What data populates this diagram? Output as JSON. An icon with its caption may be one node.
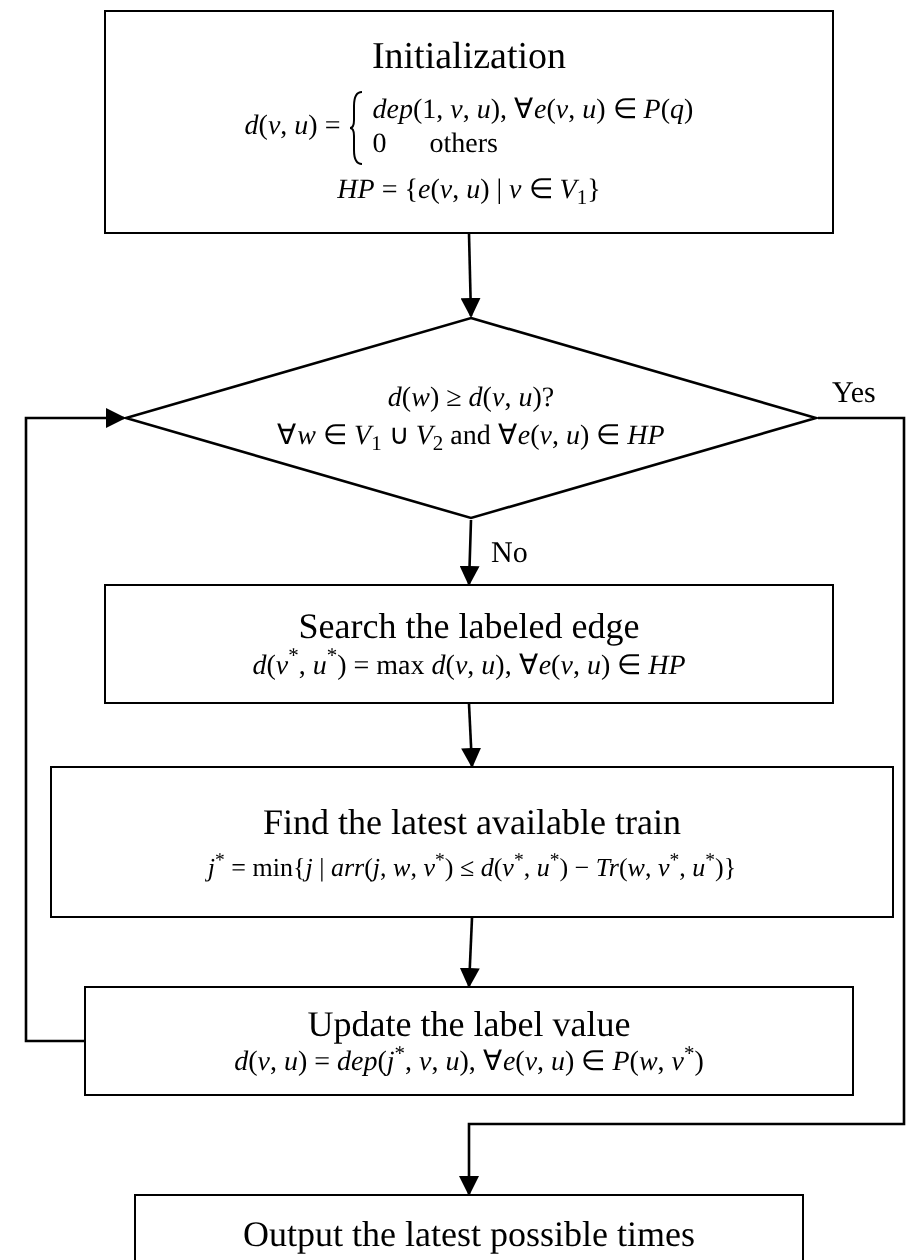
{
  "diagram": {
    "nodes": [
      {
        "text": [
          "Initialization",
          "*d*(*v*, *u*) =",
          "*dep*(1, *v*, *u*), ∀*e*(*v*, *u*) ∈ *P*(*q*)",
          "0 others",
          "*HP* = {*e*(*v*, *u*) | *v* ∈ *V*$_{1}$}"
        ]
      },
      {
        "text": [
          "*d*(*w*) ≥ *d*(*v*, *u*)?",
          "∀*w* ∈ *V*$_{1}$ ∪ *V*$_{2}$ and ∀*e*(*v*, *u*) ∈ *HP*"
        ]
      },
      {
        "text": [
          "Search the labeled edge",
          "*d*(*v*$^{*}$, *u*$^{*}$) = max *d*(*v*, *u*), ∀*e*(*v*, *u*) ∈ *HP*"
        ]
      },
      {
        "text": [
          "Find the latest available train",
          "*j*$^{*}$ = min{*j* | *arr*(*j*, *w*, *v*$^{*}$) ≤ *d*(*v*$^{*}$, *u*$^{*}$) − *Tr*(*w*, *v*$^{*}$, *u*$^{*}$)}"
        ]
      },
      {
        "text": [
          "Update the label value",
          "*d*(*v*, *u*) = *dep*(*j*$^{*}$, *v*, *u*), ∀*e*(*v*, *u*) ∈ *P*(*w*, *v*$^{*}$)"
        ]
      },
      {
        "text": [
          "Output the latest possible times"
        ]
      }
    ],
    "edges": [
      {
        "from": 0,
        "to": 1,
        "arrow": "to"
      },
      {
        "from": 1,
        "to": 2,
        "arrow": "to",
        "label": "No"
      },
      {
        "from": 2,
        "to": 3,
        "arrow": "to"
      },
      {
        "from": 3,
        "to": 4,
        "arrow": "to"
      },
      {
        "from": 4,
        "to": 1,
        "arrow": "to"
      },
      {
        "from": 1,
        "to": 5,
        "arrow": "to",
        "label": "Yes"
      }
    ]
  }
}
